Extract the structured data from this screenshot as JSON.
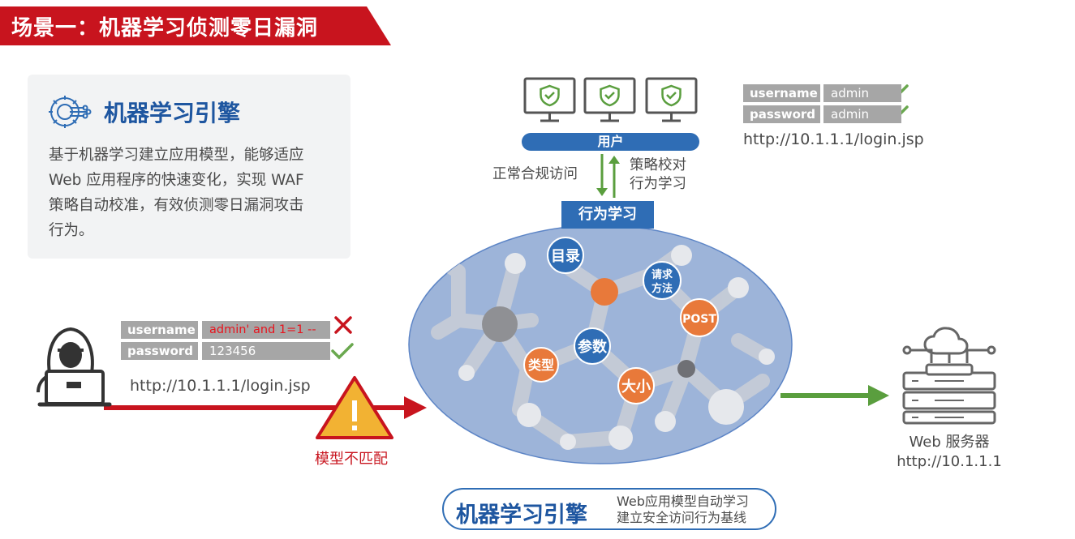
{
  "title": "场景一：机器学习侦测零日漏洞",
  "info_card": {
    "heading": "机器学习引擎",
    "desc_lines": [
      "基于机器学习建立应用模型，能够适应",
      "Web 应用程序的快速变化，实现 WAF",
      "策略自动校准，有效侦测零日漏洞攻击",
      "行为。"
    ]
  },
  "normal_login": {
    "username_key": "username",
    "username_value": "admin",
    "password_key": "password",
    "password_value": "admin",
    "url": "http://10.1.1.1/login.jsp"
  },
  "attack_login": {
    "username_key": "username",
    "username_value": "admin' and 1=1 --",
    "password_key": "password",
    "password_value": "123456",
    "url": "http://10.1.1.1/login.jsp"
  },
  "users": {
    "label": "用户",
    "left_arrow_label": "正常合规访问",
    "right_arrow_label_lines": [
      "策略校对",
      "行为学习"
    ]
  },
  "behavior_box": "行为学习",
  "nodes": {
    "catalog": "目录",
    "method_lines": [
      "请求",
      "方法"
    ],
    "post": "POST",
    "params": "参数",
    "type": "类型",
    "size": "大小"
  },
  "warning_label": "模型不匹配",
  "engine": {
    "title": "机器学习引擎",
    "desc_lines": [
      "Web应用模型自动学习",
      "建立安全访问行为基线"
    ]
  },
  "server": {
    "name": "Web 服务器",
    "url": "http://10.1.1.1"
  },
  "icons": [
    "gear-circuit-icon",
    "monitor-shield-icon",
    "hacker-icon",
    "warning-triangle-icon",
    "cloud-server-icon",
    "check-icon",
    "cross-icon"
  ],
  "colors": {
    "brand_red": "#c8141e",
    "brand_blue": "#2f6db5",
    "green": "#5a9e3e",
    "orange": "#e8793a",
    "ellipse": "#9db4d9"
  }
}
